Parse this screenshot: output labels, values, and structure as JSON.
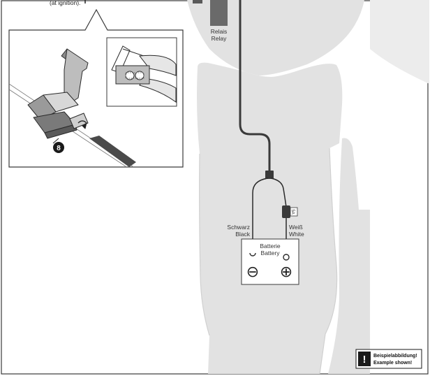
{
  "callout": {
    "text": "(at ignition)."
  },
  "relay": {
    "label_de": "Relais",
    "label_en": "Relay"
  },
  "wires": {
    "black_de": "Schwarz",
    "black_en": "Black",
    "white_de": "Weiß",
    "white_en": "White"
  },
  "fuse": {
    "rating": "5A"
  },
  "battery": {
    "label_de": "Batterie",
    "label_en": "Battery",
    "minus": "⊖",
    "plus": "⊕"
  },
  "step": {
    "number": "8"
  },
  "notice": {
    "icon": "!",
    "line_de": "Beispielabbildung!",
    "line_en": "Example shown!"
  }
}
